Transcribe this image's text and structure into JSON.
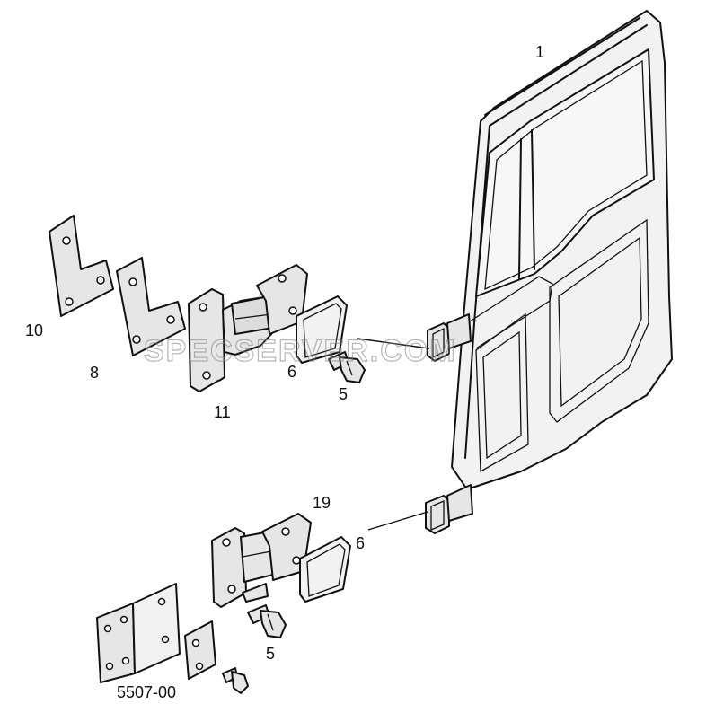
{
  "callouts": {
    "door": "1",
    "plate_10": "10",
    "plate_8": "8",
    "hinge_11": "11",
    "gasket_6_upper": "6",
    "bolt_5_upper": "5",
    "hinge_19": "19",
    "gasket_6_lower": "6",
    "bolt_5_lower": "5"
  },
  "drawing_code": "5507-00",
  "watermark": "SPECSERVER.COM"
}
